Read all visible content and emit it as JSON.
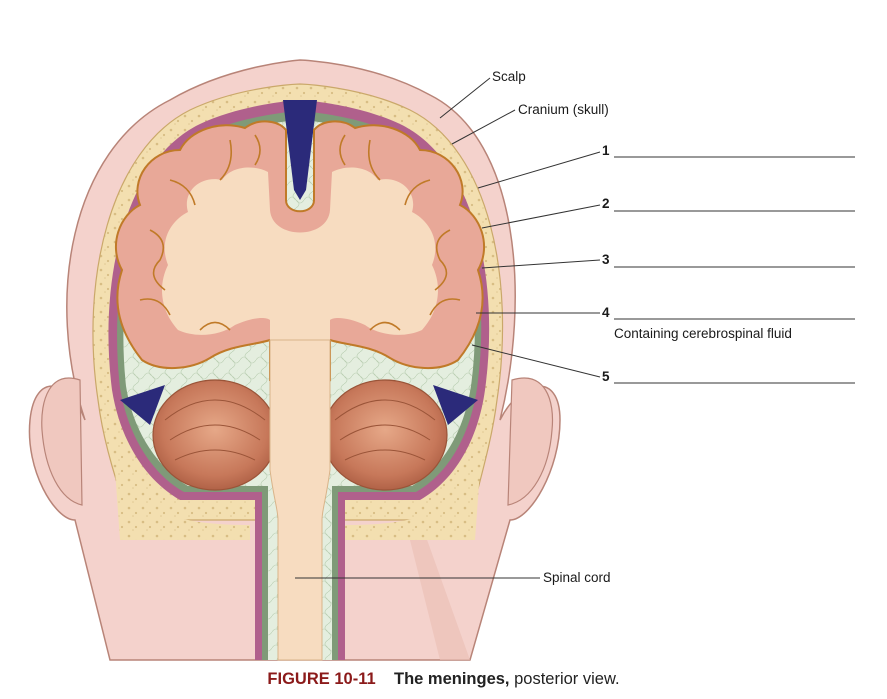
{
  "labels": {
    "scalp": "Scalp",
    "cranium": "Cranium (skull)",
    "n1": "1",
    "n2": "2",
    "n3": "3",
    "n4": "4",
    "n4_note": "Containing cerebrospinal fluid",
    "n5": "5",
    "spinal_cord": "Spinal cord"
  },
  "caption": {
    "figure_number": "FIGURE 10-11",
    "title": "The meninges,",
    "rest": " posterior view."
  },
  "colors": {
    "scalp": "#f4d2cc",
    "skull": "#f3dfb0",
    "dura": "#b0608c",
    "arachnoid": "#7f9a78",
    "subarachnoid": "#e2ecdc",
    "venous_sinus": "#2b2a7a",
    "cortex": "#e8a898",
    "cortex_outline": "#c07a28",
    "white_matter": "#f7dcc0",
    "cerebellum": "#c97a5c",
    "caption_accent": "#8b1a1a"
  }
}
